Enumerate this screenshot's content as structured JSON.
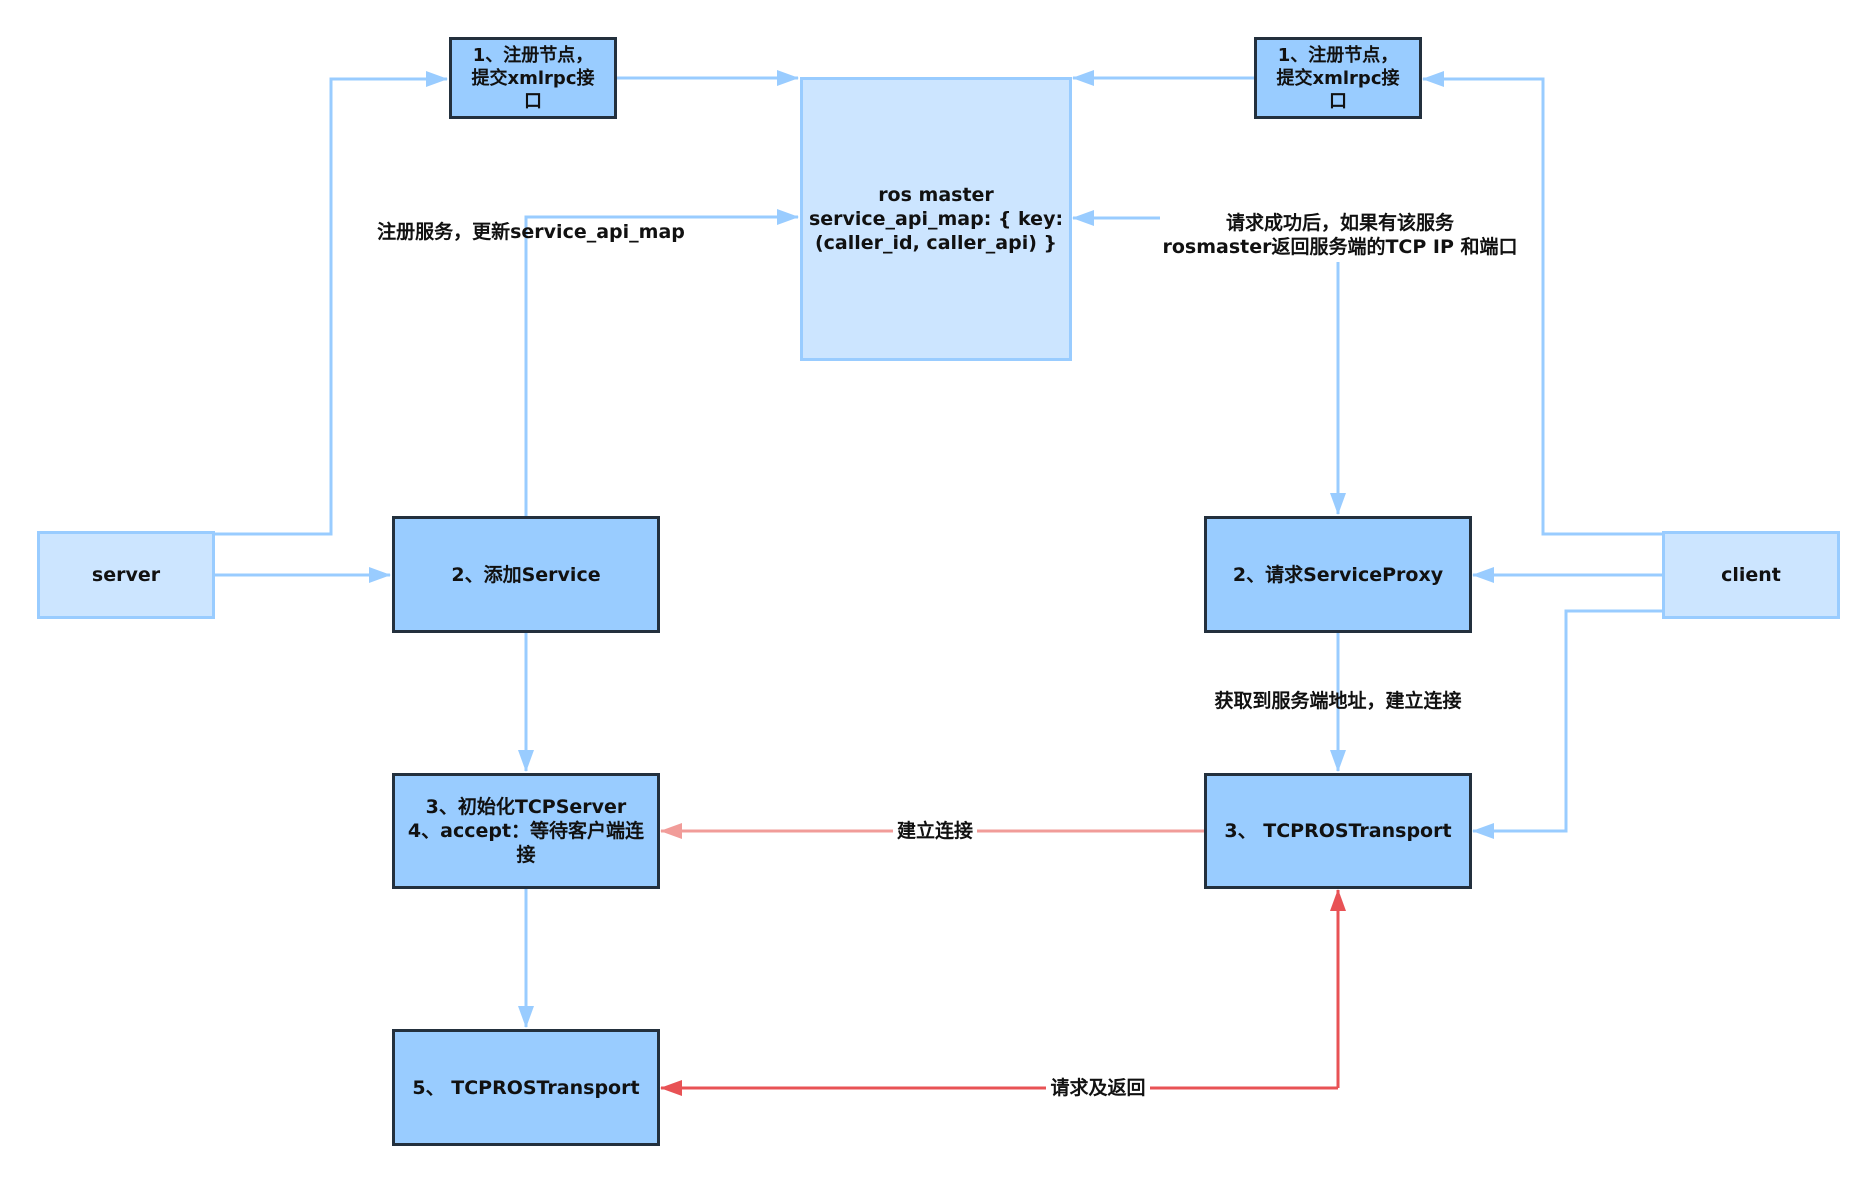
{
  "colors": {
    "step_fill": "#99ccff",
    "step_border": "#23303d",
    "actor_fill": "#cce5ff",
    "actor_border": "#99ccff",
    "edge_blue": "#99ccff",
    "edge_light_red": "#f19c99",
    "edge_red": "#e85255"
  },
  "nodes": {
    "register_node_left": "1、注册节点，\n提交xmlrpc接\n口",
    "register_node_right": "1、注册节点，\n提交xmlrpc接\n口",
    "ros_master": "ros master\nservice_api_map: { key:\n(caller_id, caller_api) }",
    "server": "server",
    "client": "client",
    "add_service": "2、添加Service",
    "request_service_proxy": "2、请求ServiceProxy",
    "init_tcp_server": "3、初始化TCPServer\n4、accept：等待客户端连\n接",
    "client_transport": "3、 TCPROSTransport",
    "server_transport": "5、 TCPROSTransport"
  },
  "edge_labels": {
    "register_service": "注册服务，更新service_api_map",
    "lookup_result": "请求成功后，如果有该服务\nrosmaster返回服务端的TCP IP 和端口",
    "got_address": "获取到服务端地址，建立连接",
    "establish_connection": "建立连接",
    "request_and_response": "请求及返回"
  }
}
